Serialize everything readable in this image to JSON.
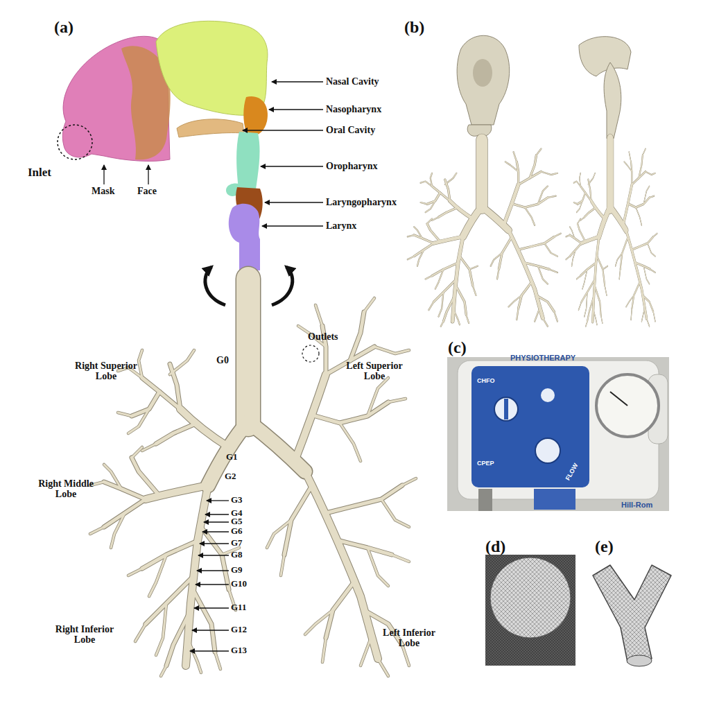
{
  "diagram": {
    "labels": [
      "(a)",
      "(b)",
      "(c)",
      "(d)",
      "(e)",
      "Nasal Cavity",
      "Nasopharynx",
      "Oral Cavity",
      "Oropharynx",
      "Laryngopharynx",
      "Larynx",
      "Inlet",
      "Mask",
      "Face",
      "G0",
      "Outlets",
      "Left Superior Lobe",
      "Right Superior Lobe",
      "G1",
      "G2",
      "G3",
      "G4",
      "G5",
      "G6",
      "G7",
      "G8",
      "G9",
      "G10",
      "G11",
      "G12",
      "G13",
      "Right Middle Lobe",
      "Right Inferior Lobe",
      "Left Inferior Lobe",
      "PHYSIOTHERAPY",
      "CHFO",
      "CPEP",
      "FLOW",
      "Hill-Rom"
    ]
  }
}
